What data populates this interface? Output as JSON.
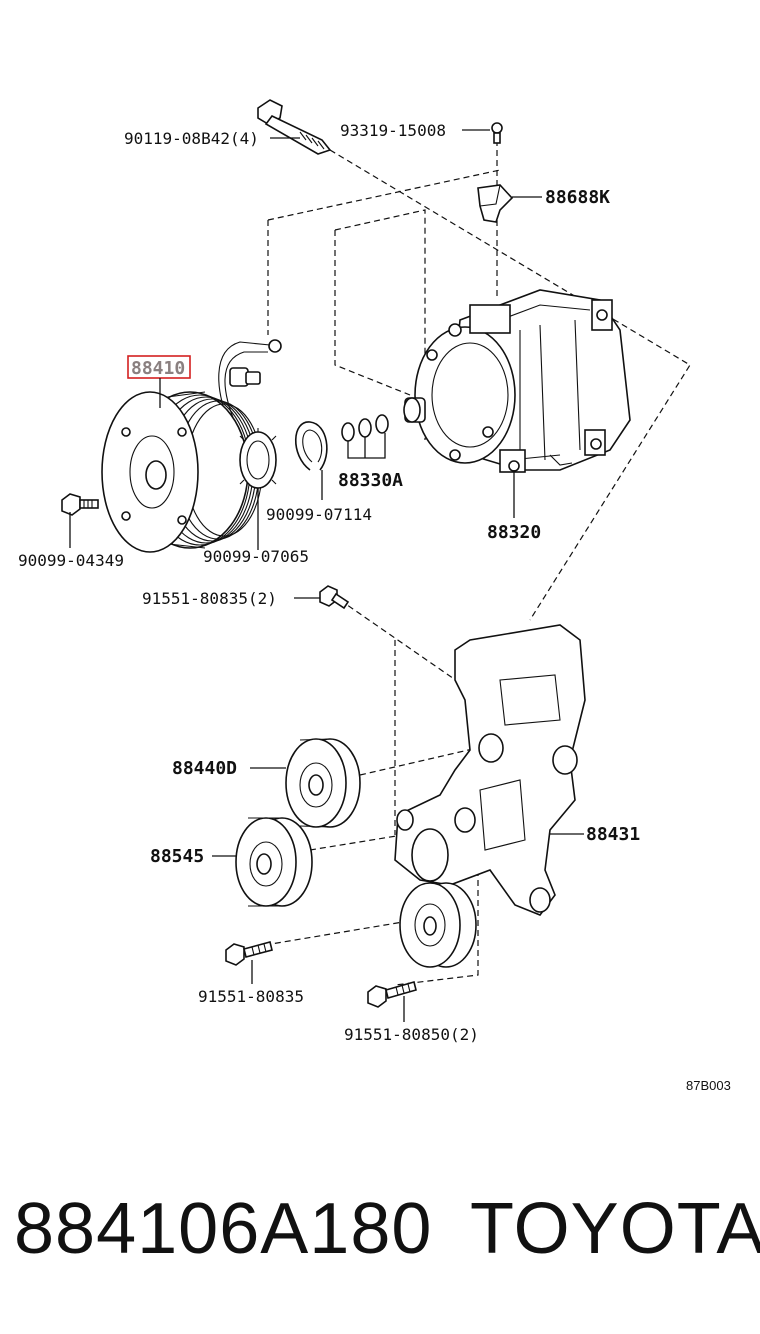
{
  "diagram": {
    "labels": {
      "bolt_top": "90119-08B42(4)",
      "screw_top": "93319-15008",
      "bracket_small": "88688K",
      "clutch": "88410",
      "compressor": "88320",
      "shims": "88330A",
      "snap_ring": "90099-07114",
      "clutch_ring": "90099-07065",
      "clutch_bolt": "90099-04349",
      "bolt_mid": "91551-80835(2)",
      "idler_pulley": "88440D",
      "idler_pulley_2": "88545",
      "bracket": "88431",
      "bolt_low": "91551-80835",
      "bolt_long": "91551-80850(2)",
      "diagram_code": "87B003"
    },
    "highlight_color": "#d42020"
  },
  "footer": {
    "part_number": "884106A180",
    "brand": "TOYOTA"
  }
}
